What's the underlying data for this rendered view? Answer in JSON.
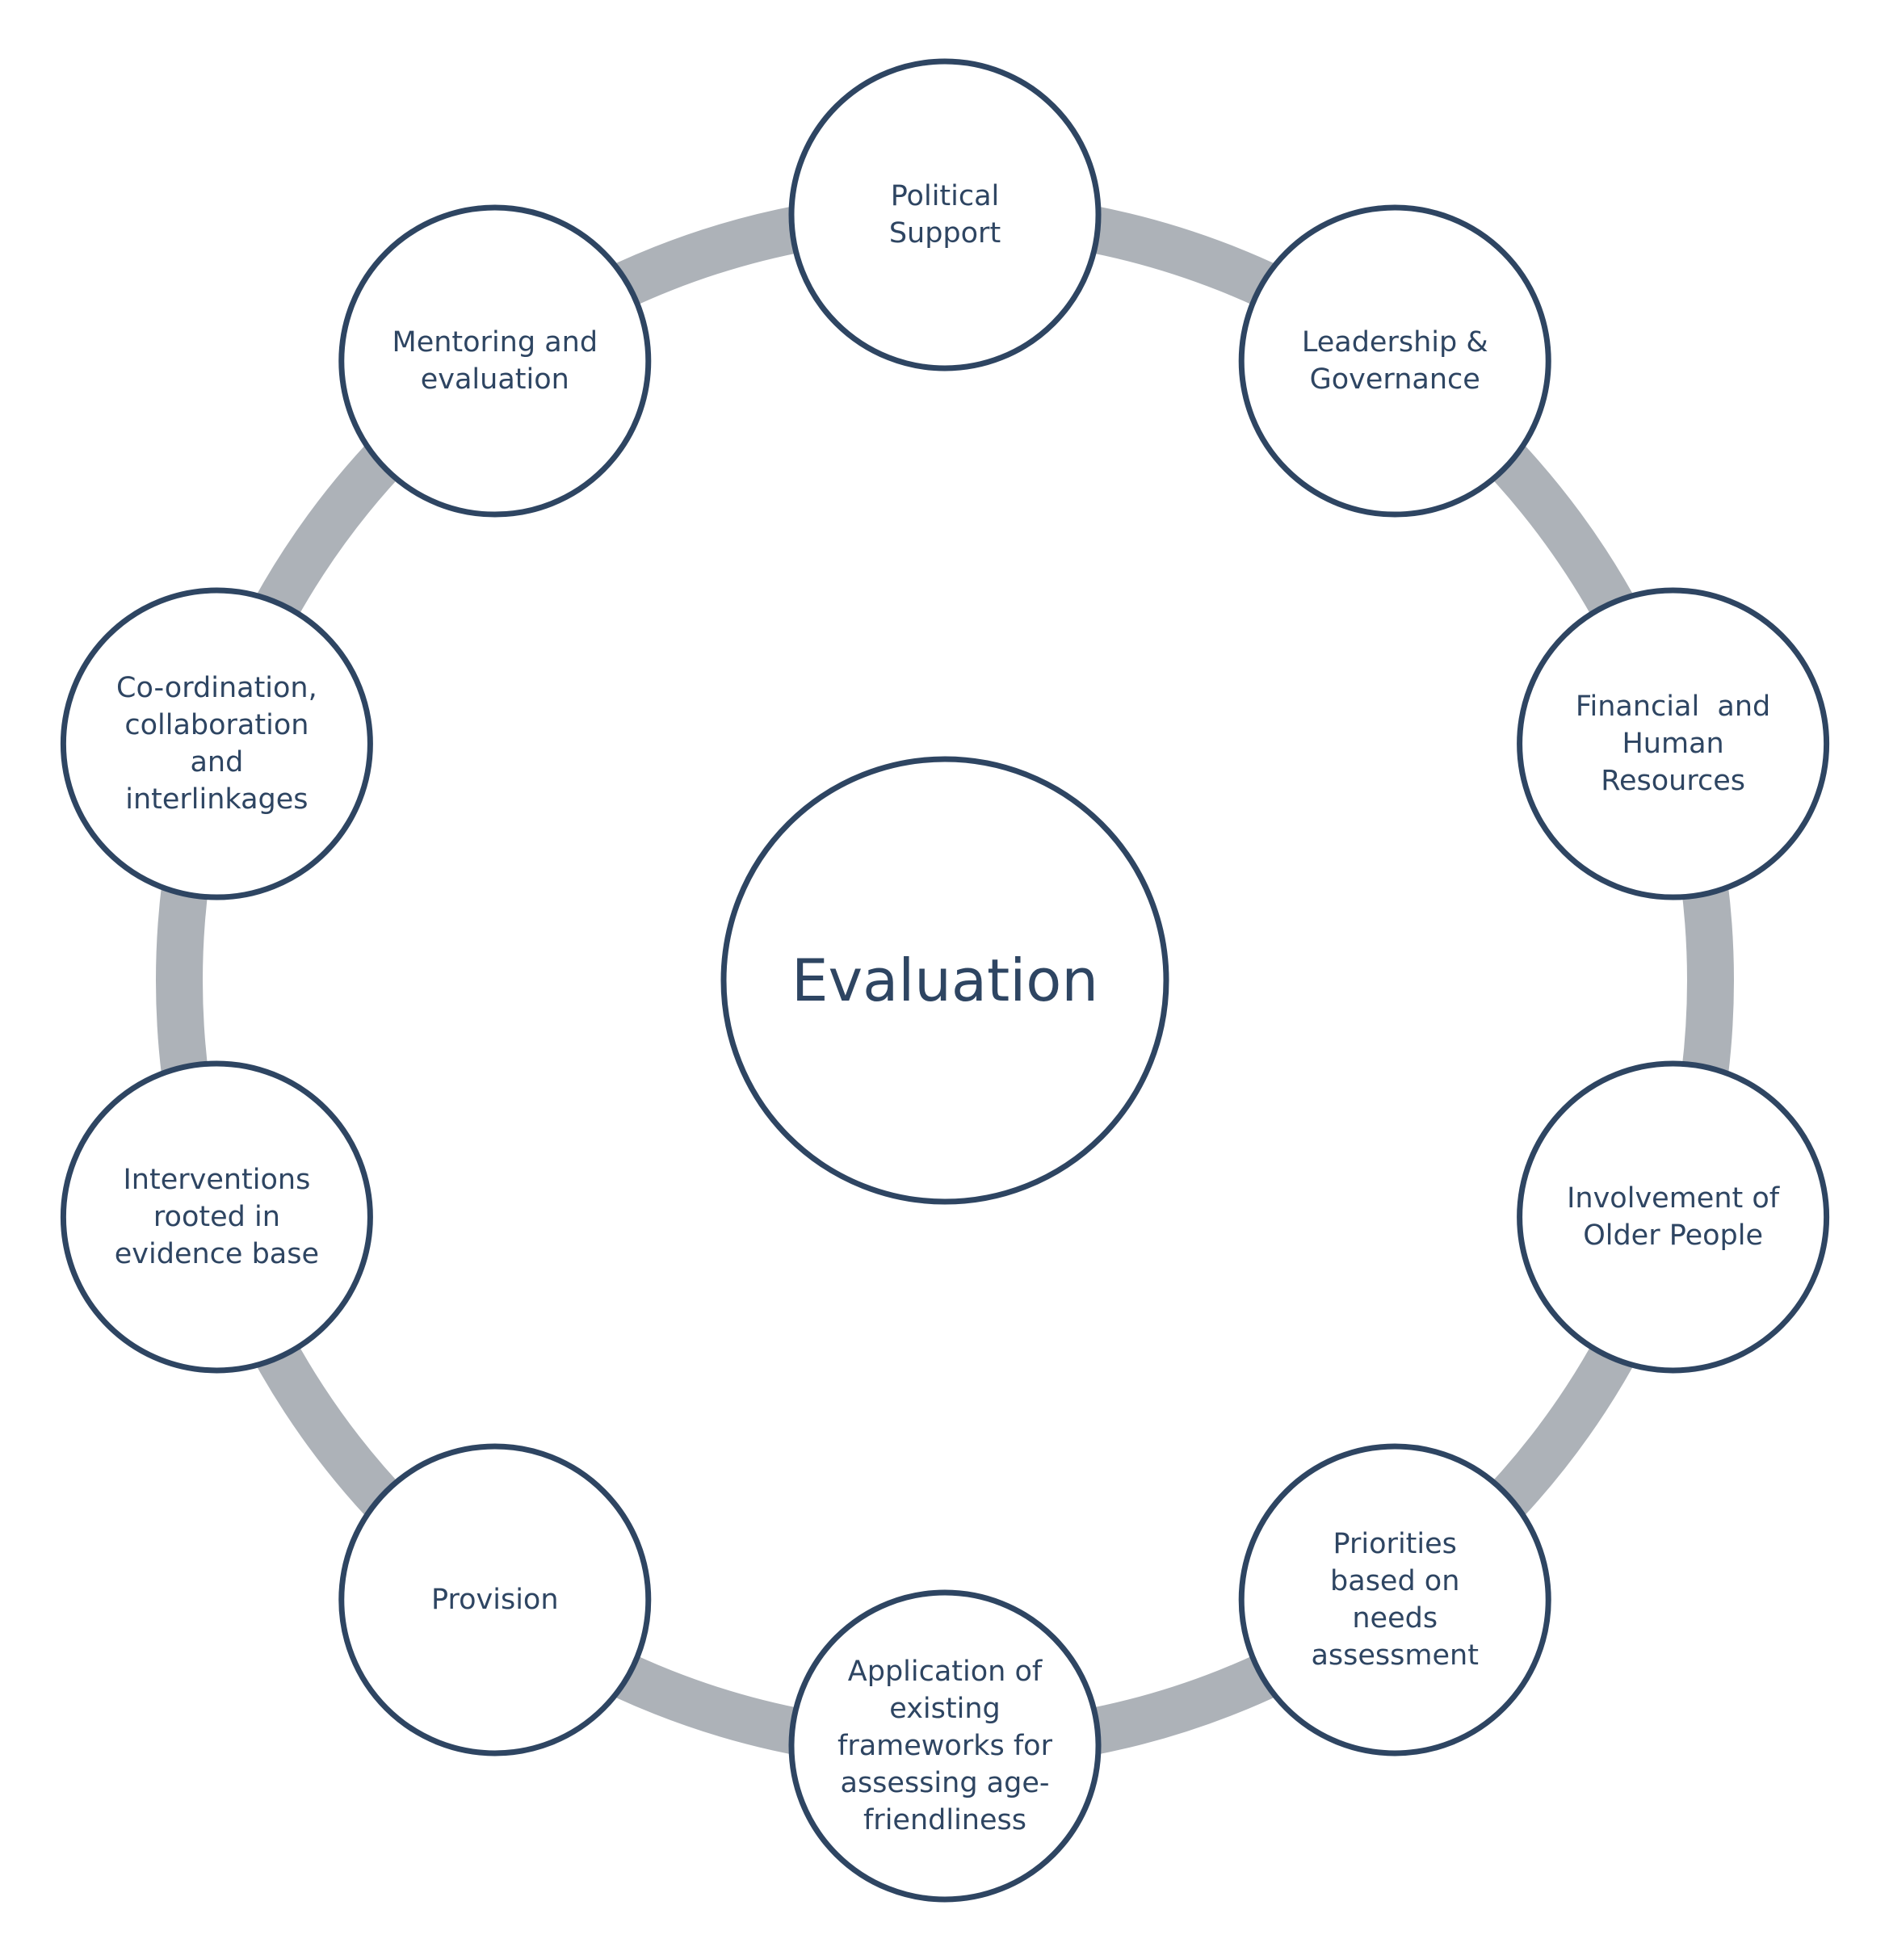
{
  "colors": {
    "ring": "#adb2b8",
    "node_stroke": "#2e4562",
    "node_fill": "#ffffff",
    "text": "#2e4562"
  },
  "center": {
    "label": "Evaluation"
  },
  "nodes": [
    {
      "id": "political-support",
      "lines": [
        "Political",
        "Support"
      ]
    },
    {
      "id": "leadership-governance",
      "lines": [
        "Leadership &",
        "Governance"
      ]
    },
    {
      "id": "financial-human-resources",
      "lines": [
        "Financial  and",
        "Human",
        "Resources"
      ]
    },
    {
      "id": "involvement-older-people",
      "lines": [
        "Involvement of",
        "Older People"
      ]
    },
    {
      "id": "priorities-needs-assessment",
      "lines": [
        "Priorities",
        "based on",
        "needs",
        "assessment"
      ]
    },
    {
      "id": "application-frameworks",
      "lines": [
        "Application of",
        "existing",
        "frameworks for",
        "assessing age-",
        "friendliness"
      ]
    },
    {
      "id": "provision",
      "lines": [
        "Provision"
      ]
    },
    {
      "id": "interventions-evidence-base",
      "lines": [
        "Interventions",
        "rooted in",
        "evidence base"
      ]
    },
    {
      "id": "coordination-collaboration",
      "lines": [
        "Co-ordination,",
        "collaboration",
        "and",
        "interlinkages"
      ]
    },
    {
      "id": "mentoring-evaluation",
      "lines": [
        "Mentoring and",
        "evaluation"
      ]
    }
  ]
}
